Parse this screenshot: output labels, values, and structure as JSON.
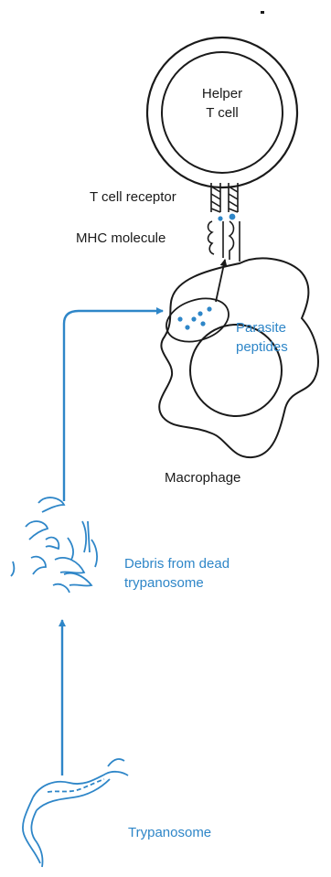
{
  "labels": {
    "helper_t_cell_line1": "Helper",
    "helper_t_cell_line2": "T cell",
    "t_cell_receptor": "T cell receptor",
    "mhc_molecule": "MHC molecule",
    "parasite_peptides_line1": "Parasite",
    "parasite_peptides_line2": "peptides",
    "macrophage": "Macrophage",
    "debris_line1": "Debris from dead",
    "debris_line2": "trypanosome",
    "trypanosome": "Trypanosome"
  },
  "colors": {
    "ink": "#1a1a1a",
    "accent_blue": "#2e86c8"
  }
}
